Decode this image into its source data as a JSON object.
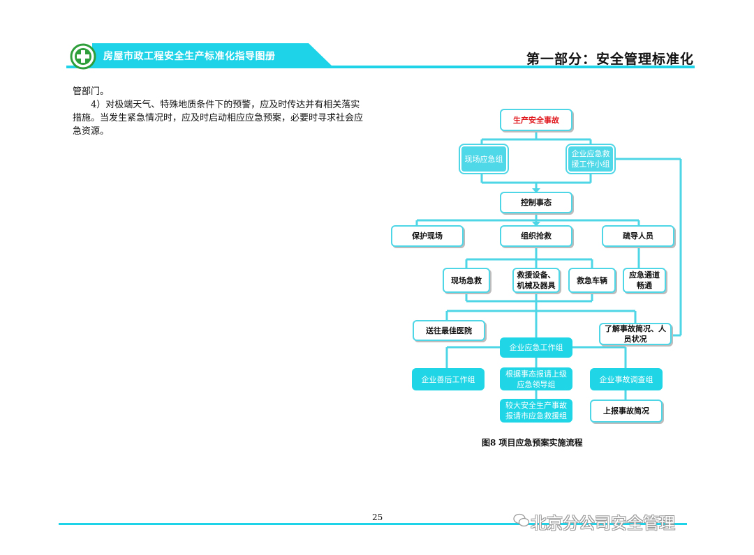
{
  "header": {
    "title": "房屋市政工程安全生产标准化指导图册",
    "section": "第一部分：安全管理标准化"
  },
  "body": {
    "line1": "管部门。",
    "para": "4）对极端天气、特殊地质条件下的预警，应及时传达并有相关落实措施。当发生紧急情况时，应及时启动相应应急预案，必要时寻求社会应急资源。"
  },
  "flowchart": {
    "accident": "生产安全事故",
    "onsite_group": "现场应急组",
    "rescue_team": "企业应急救援工作小组",
    "control": "控制事态",
    "protect_scene": "保护现场",
    "organize_rescue": "组织抢救",
    "evacuate": "疏导人员",
    "first_aid": "现场急救",
    "equipment": "救援设备、机械及器具",
    "ambulance": "救急车辆",
    "channel": "应急通道畅通",
    "hospital": "送往最佳医院",
    "understand": "了解事故简况、人员状况",
    "work_group": "企业应急工作组",
    "aftermath": "企业善后工作组",
    "report_upper": "根据事态报请上级应急领导组",
    "investigation": "企业事故调查组",
    "major_accident": "较大安全生产事故报请市应急救援组",
    "report_brief": "上报事故简况"
  },
  "caption": "图8 项目应急预案实施流程",
  "footer": {
    "page_number": "25",
    "watermark": "北京分公司安全管理"
  },
  "colors": {
    "accent": "#1ed3e8",
    "red": "#e0191f",
    "logo_green": "#2e9e3a"
  }
}
